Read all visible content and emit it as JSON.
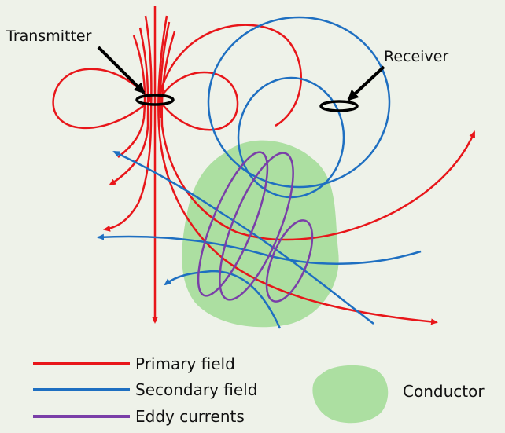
{
  "labels": {
    "transmitter": "Transmitter",
    "receiver": "Receiver"
  },
  "legend": {
    "primary": "Primary field",
    "secondary": "Secondary field",
    "eddy": "Eddy currents",
    "conductor": "Conductor"
  },
  "colors": {
    "background": "#EEF2E9",
    "primary": "#E8161A",
    "secondary": "#1E6FC1",
    "eddy": "#7A3FA8",
    "conductor": "#9BD98F",
    "coil": "#000000"
  }
}
